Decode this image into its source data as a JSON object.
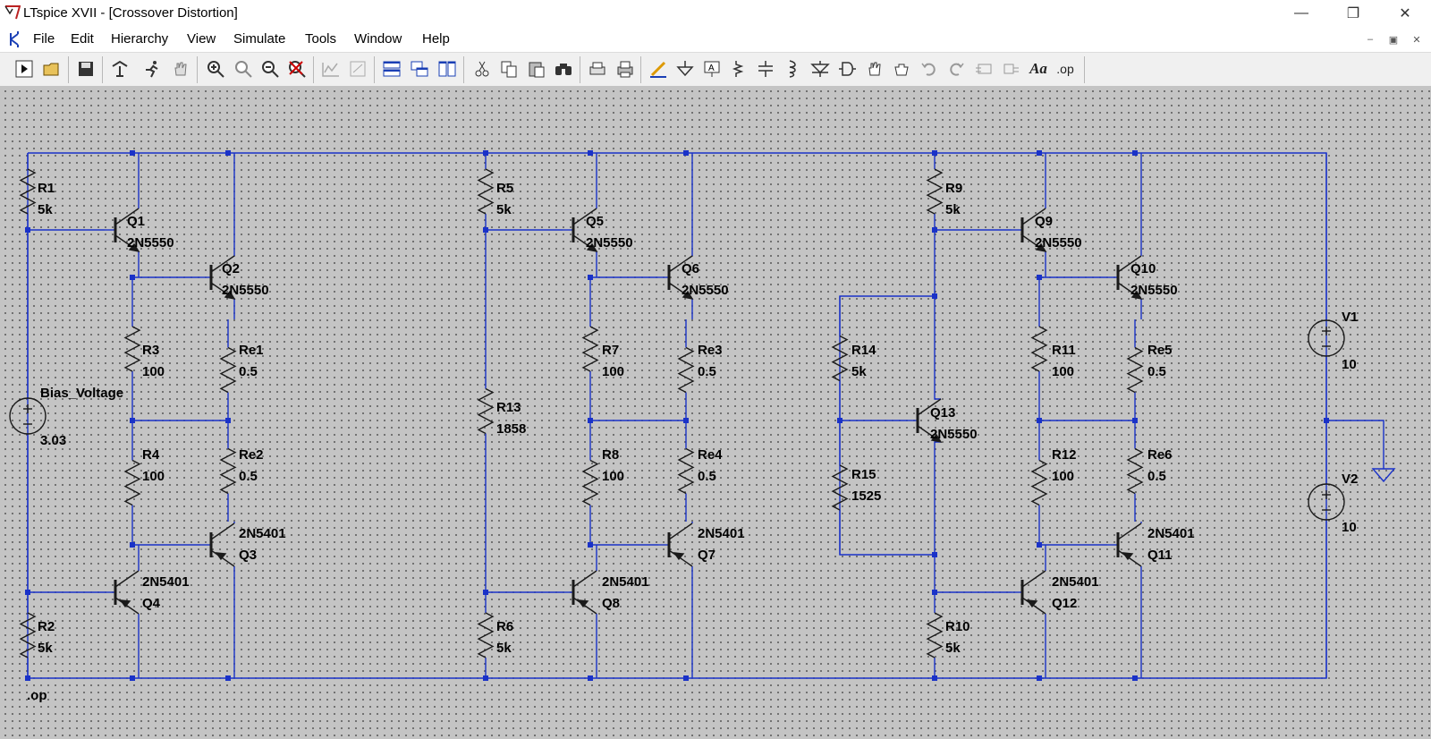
{
  "window": {
    "title": "LTspice XVII - [Crossover Distortion]"
  },
  "menu": [
    "File",
    "Edit",
    "Hierarchy",
    "View",
    "Simulate",
    "Tools",
    "Window",
    "Help"
  ],
  "toolbar": [
    "run-icon",
    "open-icon",
    "save-icon",
    "control-panel-icon",
    "run-man-icon",
    "pan-hand-icon",
    "zoom-in-icon",
    "zoom-full-icon",
    "zoom-out-icon",
    "zoom-cancel-icon",
    "waveform-icon",
    "autorange-icon",
    "tile-horizontal-icon",
    "cascade-icon",
    "tile-vertical-icon",
    "cut-icon",
    "copy-icon",
    "paste-icon",
    "find-icon",
    "print-setup-icon",
    "print-icon",
    "wire-icon",
    "ground-icon",
    "label-net-icon",
    "resistor-icon",
    "capacitor-icon",
    "inductor-icon",
    "diode-icon",
    "component-icon",
    "move-icon",
    "drag-icon",
    "undo-icon",
    "redo-icon",
    "rotate-icon",
    "mirror-icon",
    "text-icon",
    "spice-directive-icon"
  ],
  "toolbar_text": {
    "text": "Aa",
    "op": ".op"
  },
  "schematic": {
    "directive": ".op",
    "labels": [
      "R1",
      "5k",
      "Q1",
      "2N5550",
      "Q2",
      "2N5550",
      "R3",
      "100",
      "Re1",
      "0.5",
      "Bias_Voltage",
      "3.03",
      "R4",
      "100",
      "Re2",
      "0.5",
      "2N5401",
      "Q3",
      "2N5401",
      "Q4",
      "R2",
      "5k",
      "R5",
      "5k",
      "Q5",
      "2N5550",
      "Q6",
      "2N5550",
      "R7",
      "100",
      "Re3",
      "0.5",
      "R13",
      "1858",
      "R8",
      "100",
      "Re4",
      "0.5",
      "2N5401",
      "Q7",
      "2N5401",
      "Q8",
      "R6",
      "5k",
      "R14",
      "5k",
      "Q13",
      "2N5550",
      "R15",
      "1525",
      "R9",
      "5k",
      "Q9",
      "2N5550",
      "Q10",
      "2N5550",
      "R11",
      "100",
      "Re5",
      "0.5",
      "R12",
      "100",
      "Re6",
      "0.5",
      "2N5401",
      "Q11",
      "2N5401",
      "Q12",
      "R10",
      "5k",
      "V1",
      "10",
      "V2",
      "10"
    ]
  }
}
